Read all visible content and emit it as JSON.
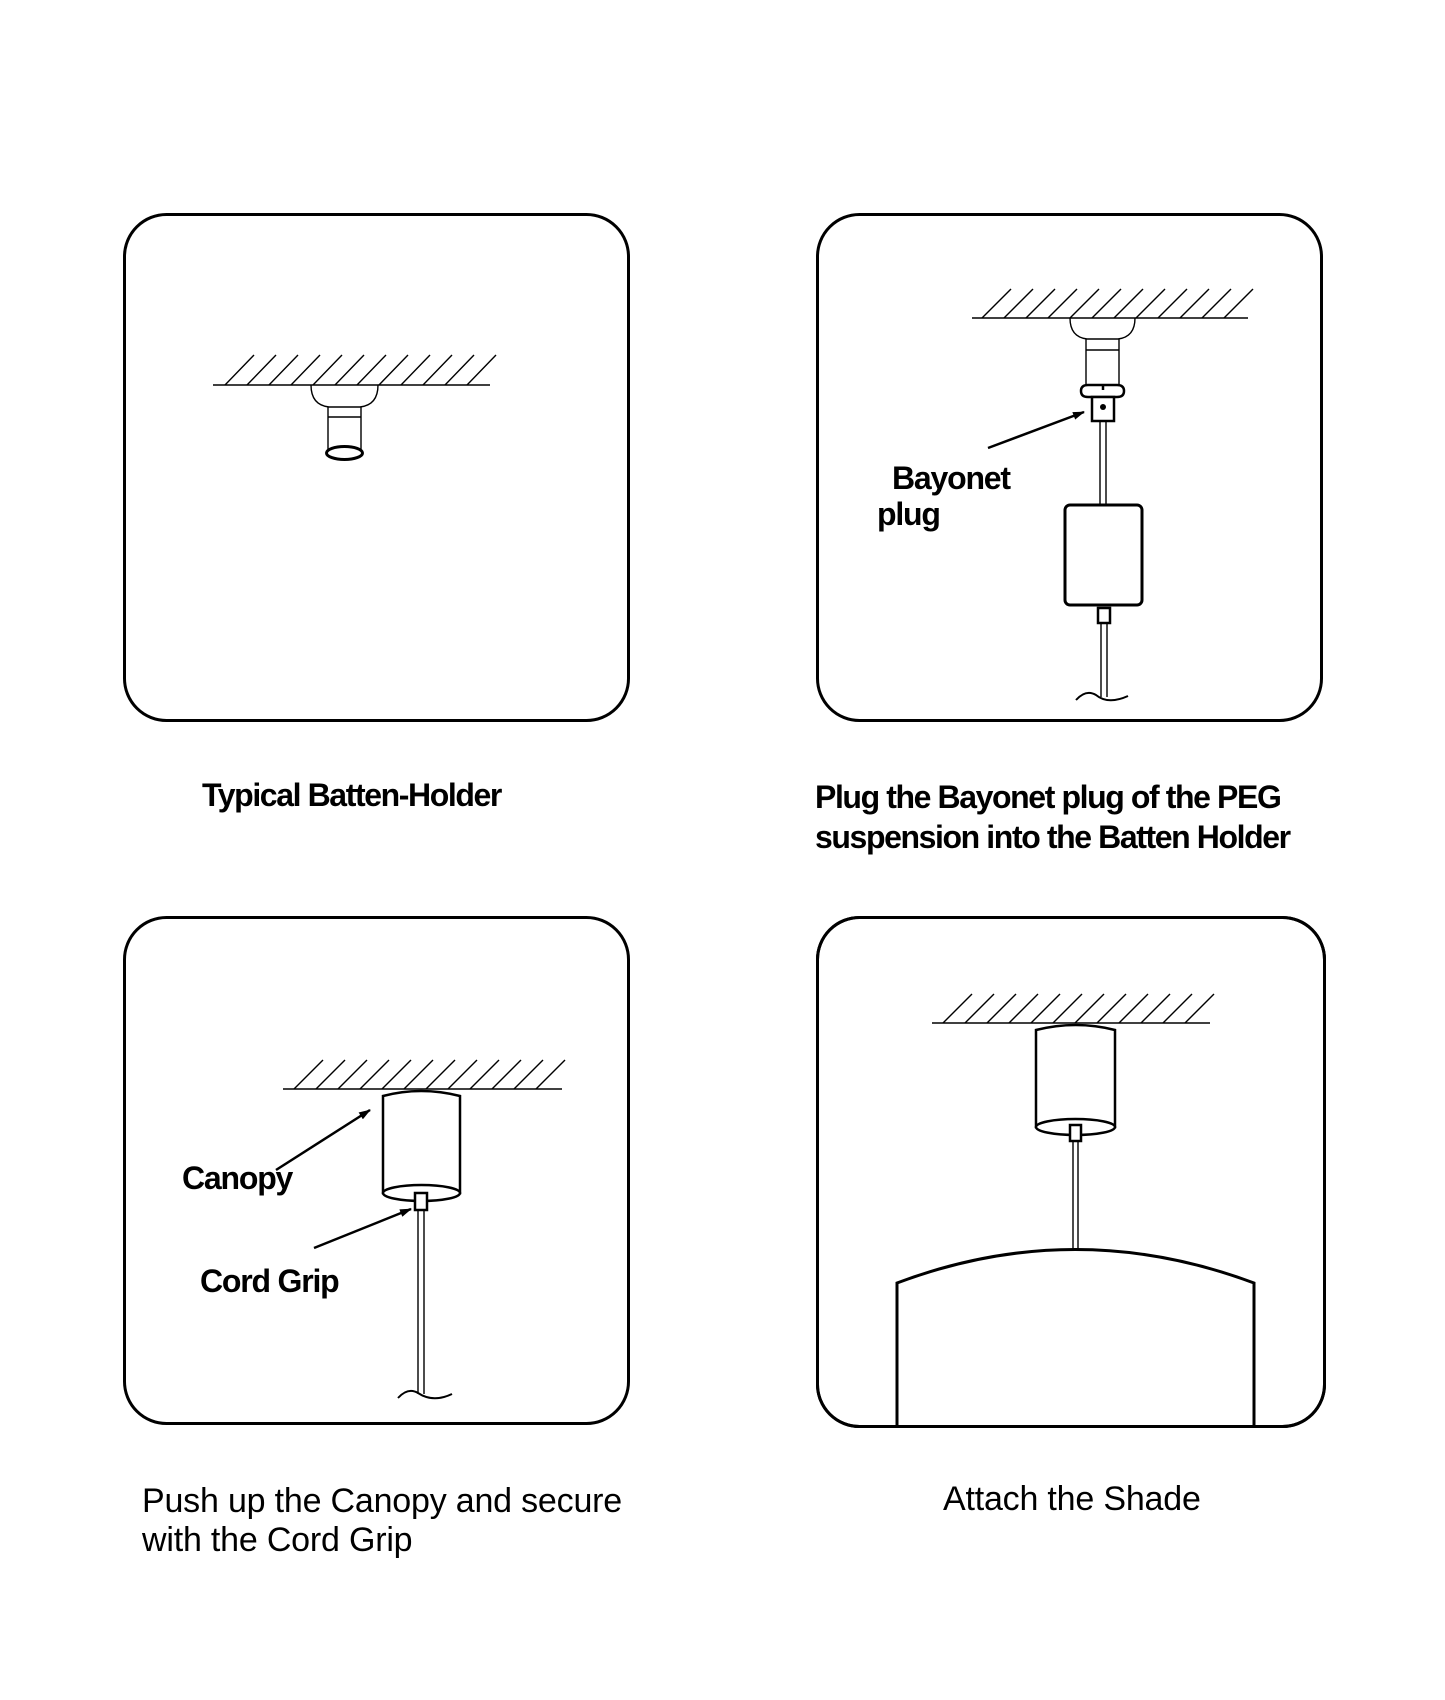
{
  "document": {
    "type": "installation-instructions",
    "background": "#ffffff",
    "ink": "#000000"
  },
  "steps": [
    {
      "id": "step-1",
      "caption_lines": [
        "Typical Batten-Holder"
      ],
      "caption_style": "bold",
      "callouts": []
    },
    {
      "id": "step-2",
      "caption_lines": [
        "Plug the Bayonet plug of the PEG",
        "suspension into the Batten Holder"
      ],
      "caption_style": "bold",
      "callouts": [
        {
          "lines": [
            "Bayonet",
            "plug"
          ],
          "points_to": "bayonet-plug"
        }
      ]
    },
    {
      "id": "step-3",
      "caption_lines": [
        "Push up the Canopy and secure",
        "with the Cord Grip"
      ],
      "caption_style": "regular",
      "callouts": [
        {
          "lines": [
            "Canopy"
          ],
          "points_to": "canopy"
        },
        {
          "lines": [
            "Cord Grip"
          ],
          "points_to": "cord-grip"
        }
      ]
    },
    {
      "id": "step-4",
      "caption_lines": [
        "Attach the Shade"
      ],
      "caption_style": "regular",
      "callouts": []
    }
  ],
  "icons": {
    "ceiling": "ceiling-hatch-icon",
    "batten_holder": "batten-holder-icon",
    "bayonet_plug": "bayonet-plug-icon",
    "canopy": "canopy-icon",
    "cord_grip": "cord-grip-icon",
    "cable": "cable-icon",
    "shade": "lamp-shade-icon",
    "arrow": "leader-arrow-icon"
  }
}
